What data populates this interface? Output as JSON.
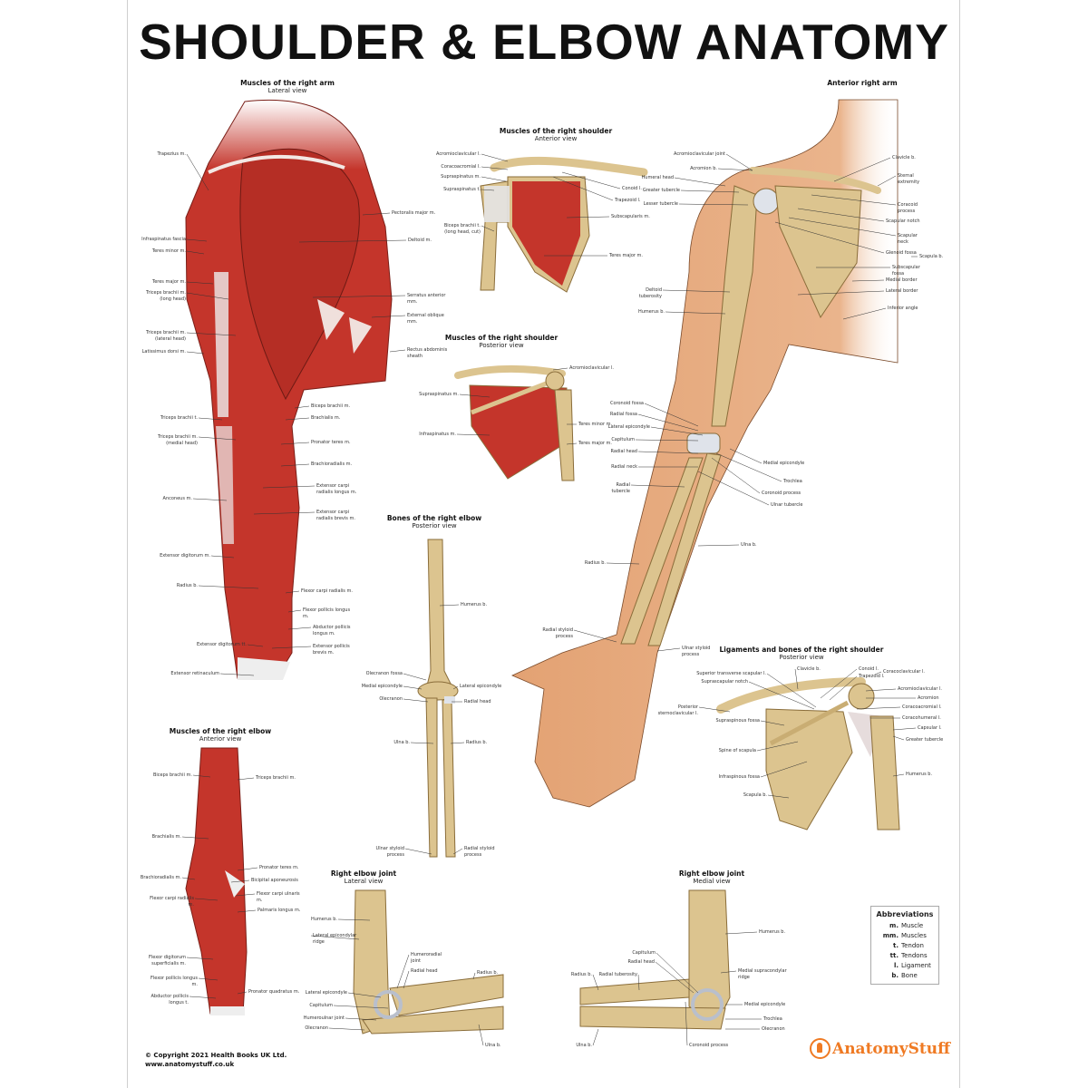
{
  "poster": {
    "title": "SHOULDER & ELBOW ANATOMY",
    "copyright": "© Copyright 2021 Health Books UK Ltd.",
    "website": "www.anatomystuff.co.uk",
    "logo_text": "AnatomyStuff",
    "brand_color": "#ef7a23"
  },
  "colors": {
    "muscle": "#c4352b",
    "bone": "#dcc48f",
    "skin": "#e3a273",
    "cartilage": "#dfe3ea"
  },
  "sections": {
    "arm_lateral": {
      "title": "Muscles of the right arm",
      "subtitle": "Lateral view",
      "labels": [
        "Trapezius m.",
        "Infraspinatus fascia",
        "Teres minor m.",
        "Teres major m.",
        "Triceps brachii m.\n(long head)",
        "Triceps brachii m.\n(lateral head)",
        "Latissimus dorsi m.",
        "Triceps brachii t.",
        "Triceps brachii m.\n(medial head)",
        "Anconeus m.",
        "Extensor digitorum m.",
        "Radius b.",
        "Extensor digitorum tt.",
        "Extensor retinaculum",
        "Pectoralis major m.",
        "Deltoid m.",
        "Serratus anterior\nmm.",
        "External oblique\nmm.",
        "Rectus abdominis\nsheath",
        "Biceps brachii m.",
        "Brachialis m.",
        "Pronator teres m.",
        "Brachioradialis m.",
        "Extensor carpi\nradialis longus m.",
        "Extensor carpi\nradialis brevis m.",
        "Flexor carpi radialis m.",
        "Flexor pollicis longus\nm.",
        "Abductor pollicis\nlongus m.",
        "Extensor pollicis\nbrevis m."
      ]
    },
    "shoulder_anterior": {
      "title": "Muscles of the right shoulder",
      "subtitle": "Anterior view",
      "labels": [
        "Acromioclavicular l.",
        "Coracoacromial l.",
        "Supraspinatus m.",
        "Supraspinatus t.",
        "Biceps brachii t.\n(long head, cut)",
        "Conoid l.",
        "Trapezoid l.",
        "Subscapularis m.",
        "Teres major m."
      ]
    },
    "shoulder_posterior": {
      "title": "Muscles of the right shoulder",
      "subtitle": "Posterior view",
      "labels": [
        "Acromioclavicular l.",
        "Supraspinatus m.",
        "Infraspinatus m.",
        "Teres minor m.",
        "Teres major m."
      ]
    },
    "arm_anterior": {
      "title": "Anterior right arm",
      "subtitle": "",
      "labels": [
        "Acromioclavicular joint",
        "Acromion b.",
        "Humeral head",
        "Greater tubercle",
        "Lesser tubercle",
        "Deltoid\ntuberosity",
        "Humerus b.",
        "Coronoid fossa",
        "Radial fossa",
        "Lateral epicondyle",
        "Capitulum",
        "Radial head",
        "Radial neck",
        "Radial\ntubercle",
        "Radius b.",
        "Radial styloid\nprocess",
        "Ulnar styloid\nprocess",
        "Clavicle b.",
        "Sternal\nextremity",
        "Coracoid\nprocess",
        "Scapular notch",
        "Scapular\nneck",
        "Glenoid fossa",
        "Subscapular\nfossa",
        "Medial border",
        "Lateral border",
        "Inferior angle",
        "Scapula b.",
        "Medial epicondyle",
        "Trochlea",
        "Coronoid process",
        "Ulnar tubercle",
        "Ulna b."
      ]
    },
    "ligaments_posterior": {
      "title": "Ligaments and bones of the right shoulder",
      "subtitle": "Posterior view",
      "labels": [
        "Superior transverse scapular l.",
        "Suprascapular notch",
        "Posterior\nsternoclavicular l.",
        "Supraspinous fossa",
        "Spine of scapula",
        "Infraspinous fossa",
        "Scapula b.",
        "Clavicle b.",
        "Conoid l.",
        "Trapezoid l.",
        "Coracoclavicular l.",
        "Acromioclavicular l.",
        "Acromion",
        "Coracoacromial l.",
        "Coracohumeral l.",
        "Capsular l.",
        "Greater tubercle",
        "Humerus b."
      ]
    },
    "elbow_bones_posterior": {
      "title": "Bones of the right elbow",
      "subtitle": "Posterior view",
      "labels": [
        "Humerus b.",
        "Olecranon fossa",
        "Medial epicondyle",
        "Olecranon",
        "Lateral epicondyle",
        "Radial head",
        "Ulna b.",
        "Radius b.",
        "Ulnar styloid\nprocess",
        "Radial styloid\nprocess"
      ]
    },
    "elbow_muscles_anterior": {
      "title": "Muscles of the right elbow",
      "subtitle": "Anterior view",
      "labels": [
        "Biceps brachii m.",
        "Brachialis m.",
        "Brachioradialis m.",
        "Flexor carpi radialis\nm.",
        "Flexor digitorum\nsuperficialis m.",
        "Flexor pollicis longus\nm.",
        "Abductor pollicis\nlongus t.",
        "Triceps brachii m.",
        "Pronator teres m.",
        "Bicipital aponeurosis",
        "Flexor carpi ulnaris\nm.",
        "Palmaris longus m.",
        "Pronator quadratus m."
      ]
    },
    "elbow_joint_lateral": {
      "title": "Right elbow joint",
      "subtitle": "Lateral view",
      "labels": [
        "Humerus b.",
        "Lateral epicondylar\nridge",
        "Humeroradial\njoint",
        "Radial head",
        "Radius b.",
        "Lateral epicondyle",
        "Capitulum",
        "Humeroulnar joint",
        "Olecranon",
        "Ulna b."
      ]
    },
    "elbow_joint_medial": {
      "title": "Right elbow joint",
      "subtitle": "Medial view",
      "labels": [
        "Humerus b.",
        "Capitulum",
        "Radial head",
        "Radius b.",
        "Radial tuberosity",
        "Medial supracondylar\nridge",
        "Medial epicondyle",
        "Trochlea",
        "Olecranon",
        "Ulna b.",
        "Coronoid process"
      ]
    }
  },
  "abbreviations": {
    "title": "Abbreviations",
    "items": [
      {
        "abbr": "m.",
        "meaning": "Muscle"
      },
      {
        "abbr": "mm.",
        "meaning": "Muscles"
      },
      {
        "abbr": "t.",
        "meaning": "Tendon"
      },
      {
        "abbr": "tt.",
        "meaning": "Tendons"
      },
      {
        "abbr": "l.",
        "meaning": "Ligament"
      },
      {
        "abbr": "b.",
        "meaning": "Bone"
      }
    ]
  }
}
